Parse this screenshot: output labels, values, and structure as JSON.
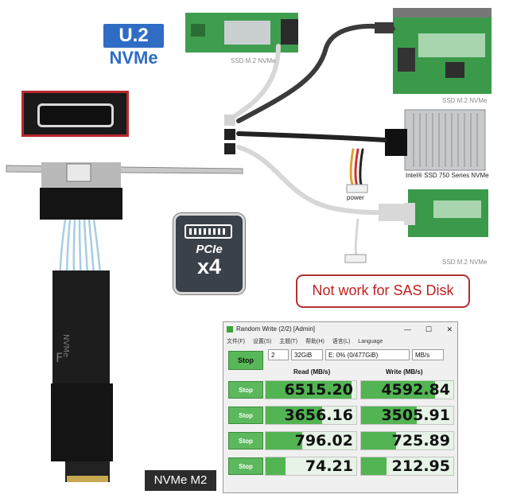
{
  "badge_u2": {
    "top": "U.2",
    "bottom": "NVMe"
  },
  "badge_pcie": {
    "line1": "PCIe",
    "line2": "x4"
  },
  "captions": {
    "ssd_m2_nvme_top": "SSD M.2 NVMe",
    "ssd_m2_nvme_right": "SSD M.2 NVMe",
    "intel_ssd": "Intel® SSD 750 Series NVMe",
    "power": "power",
    "ssd_m2_nvme_bottom": "SSD M.2 NVMe"
  },
  "warning": "Not work for SAS Disk",
  "nvme_label": "NVMe M2",
  "benchmark": {
    "title": "Random Write (2/2) [Admin]",
    "menu": [
      "文件(F)",
      "设置(S)",
      "主题(T)",
      "帮助(H)",
      "语言(L)",
      "Language"
    ],
    "stop_main": "Stop",
    "count": "2",
    "size": "32GiB",
    "drive": "E: 0% (0/477GiB)",
    "unit": "MB/s",
    "read_header": "Read (MB/s)",
    "write_header": "Write (MB/s)",
    "rows": [
      {
        "stop": "Stop",
        "read": "6515.20",
        "write": "4592.84",
        "read_level": 0.95,
        "write_level": 0.8
      },
      {
        "stop": "Stop",
        "read": "3656.16",
        "write": "3505.91",
        "read_level": 0.62,
        "write_level": 0.6
      },
      {
        "stop": "Stop",
        "read": "796.02",
        "write": "725.89",
        "read_level": 0.4,
        "write_level": 0.38
      },
      {
        "stop": "Stop",
        "read": "74.21",
        "write": "212.95",
        "read_level": 0.22,
        "write_level": 0.28
      }
    ]
  },
  "colors": {
    "u2_blue": "#2f6cc4",
    "warning_red": "#c01f1f",
    "stop_green": "#58b858",
    "pcb_green": "#3a9a4a"
  }
}
